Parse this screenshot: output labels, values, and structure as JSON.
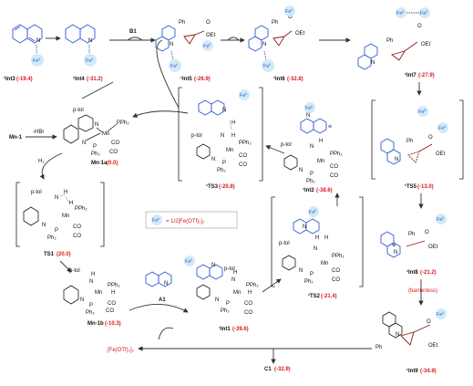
{
  "fe_label": "Fe",
  "fe_superscript": "II",
  "nodes": [
    {
      "id": "int3",
      "label": "¹Int3",
      "energy": "(-19.4)"
    },
    {
      "id": "int4",
      "label": "¹Int4",
      "energy": "(-31.2)"
    },
    {
      "id": "int5",
      "label": "¹Int5",
      "energy": "(-26.9)"
    },
    {
      "id": "int6",
      "label": "¹Int6",
      "energy": "(-32.8)"
    },
    {
      "id": "int7",
      "label": "¹Int7",
      "energy": "(-27.9)"
    },
    {
      "id": "ts5",
      "label": "¹TS5",
      "energy": "(-13.0)"
    },
    {
      "id": "int8",
      "label": "¹Int8",
      "energy": "(-21.2)"
    },
    {
      "id": "int9",
      "label": "¹Int9",
      "energy": "(-34.9)"
    },
    {
      "id": "ts3",
      "label": "¹TS3",
      "energy": "(-20.8)"
    },
    {
      "id": "int2",
      "label": "¹Int2",
      "energy": "(-38.6)"
    },
    {
      "id": "ts2",
      "label": "¹TS2",
      "energy": "(-21.4)"
    },
    {
      "id": "int1",
      "label": "¹Int1",
      "energy": "(-39.6)"
    },
    {
      "id": "mn1a",
      "label": "Mn-1a",
      "energy": "(0.0)"
    },
    {
      "id": "ts1",
      "label": "TS1",
      "energy": "(20.0)"
    },
    {
      "id": "mn1b",
      "label": "Mn-1b",
      "energy": "(-10.3)"
    }
  ],
  "reagents": {
    "b1": "B1",
    "mn1": "Mn-1",
    "hbr": "-HBr",
    "h2": "H₂",
    "a1": "A1",
    "c1_label": "C1",
    "c1_energy": "(-32.9)",
    "fe_salt": "[Fe(OTf)₂]₂",
    "barrierless": "(barrierless)"
  },
  "legend": {
    "eq": "= 1/2[Fe(OTf)₂]₂"
  },
  "atoms": {
    "N": "N",
    "P": "P",
    "Mn": "Mn",
    "H": "H",
    "Ph": "Ph",
    "Ph2": "Ph₂",
    "PPh2": "PPh₂",
    "CO": "CO",
    "ptol": "p-tol",
    "OEt": "OEt",
    "O": "O",
    "minus": "⊖"
  }
}
